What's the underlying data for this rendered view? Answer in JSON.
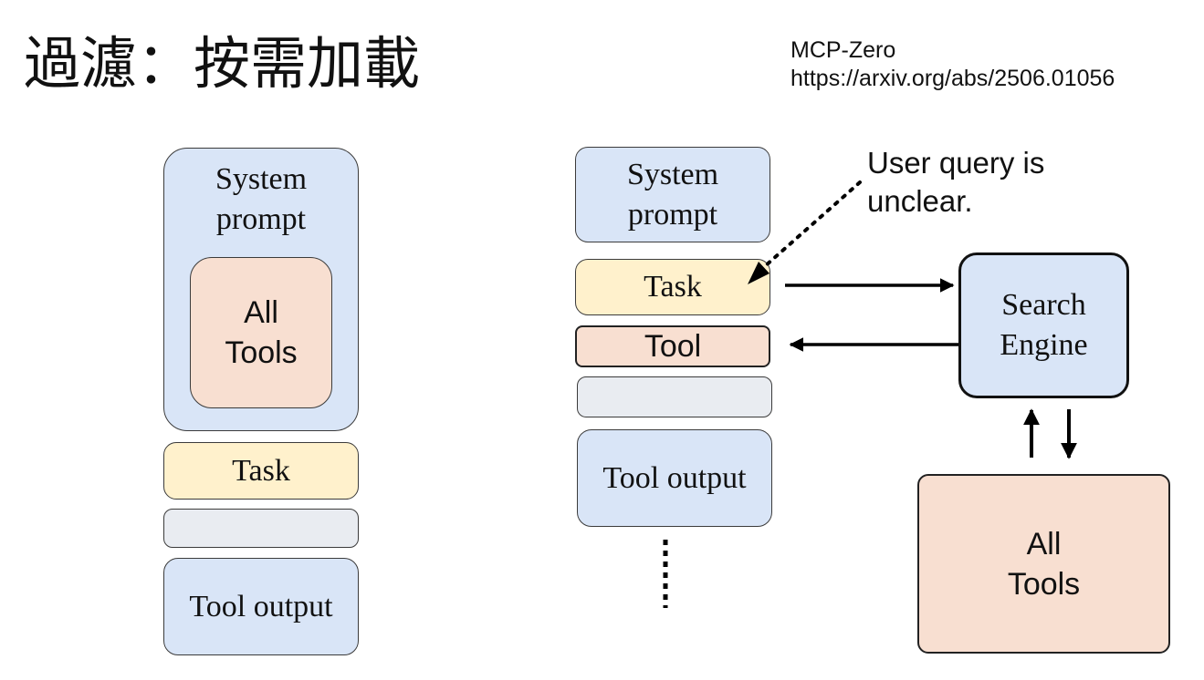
{
  "slide": {
    "title": "過濾：按需加載",
    "reference": {
      "name": "MCP-Zero",
      "url": "https://arxiv.org/abs/2506.01056"
    }
  },
  "left_stack": {
    "system_prompt": "System prompt",
    "all_tools": "All Tools",
    "task": "Task",
    "tool_output": "Tool output"
  },
  "right_stack": {
    "system_prompt": "System prompt",
    "task": "Task",
    "tool": "Tool",
    "tool_output": "Tool output"
  },
  "search_engine": "Search Engine",
  "all_tools": "All Tools",
  "annotation": "User query is unclear.",
  "colors": {
    "blue_fill": "#d9e5f7",
    "yellow_fill": "#fff1cc",
    "orange_fill": "#f8dfd1",
    "gray_fill": "#e9ecf1"
  }
}
